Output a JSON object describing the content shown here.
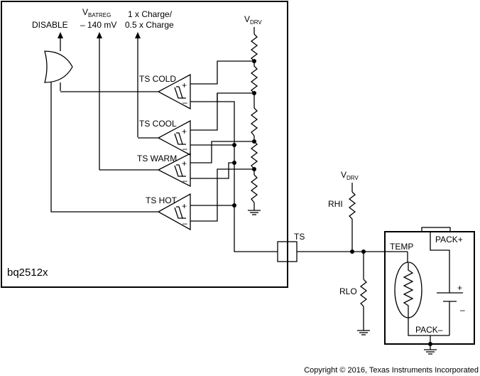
{
  "labels": {
    "disable": "DISABLE",
    "vbatreg_v": "V",
    "vbatreg_sub": "BATREG",
    "vbatreg_line2": "– 140 mV",
    "charge_line1": "1 x Charge/",
    "charge_line2": "0.5 x Charge",
    "vdrv_v": "V",
    "vdrv_sub": "DRV",
    "ts_cold": "TS COLD",
    "ts_cool": "TS COOL",
    "ts_warm": "TS WARM",
    "ts_hot": "TS HOT",
    "chip": "bq2512x",
    "ts_pin": "TS",
    "rhi": "RHI",
    "rlo": "RLO",
    "temp": "TEMP",
    "pack_plus": "PACK+",
    "pack_minus": "PACK–",
    "copyright": "Copyright © 2016, Texas Instruments Incorporated"
  },
  "comparator_signs": {
    "plus": "+",
    "minus": "–"
  },
  "battery_signs": {
    "plus": "+",
    "minus": "–"
  }
}
